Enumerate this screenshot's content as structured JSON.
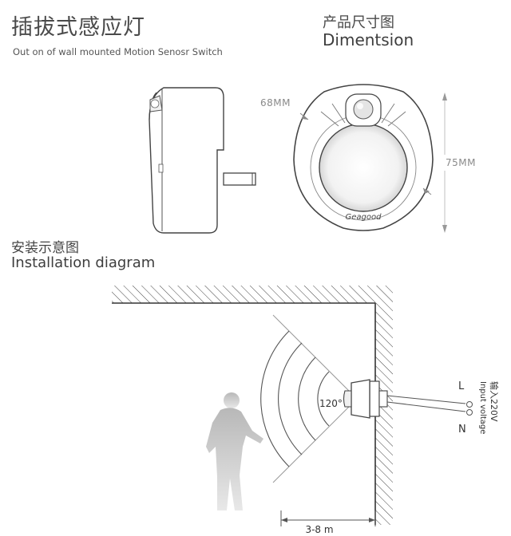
{
  "header": {
    "title_cn": "插拔式感应灯",
    "title_en": "Out on of wall mounted Motion Senosr Switch"
  },
  "dimension": {
    "title_cn": "产品尺寸图",
    "title_en": "Dimentsion",
    "width_label": "68MM",
    "height_label": "75MM",
    "brand": "Geagood"
  },
  "installation": {
    "title_cn": "安装示意图",
    "title_en": "Installation diagram",
    "angle_label": "120°",
    "distance_label": "3-8 m",
    "line_L": "L",
    "line_N": "N",
    "input_cn": "输入220V",
    "input_en": "Input voltage"
  }
}
